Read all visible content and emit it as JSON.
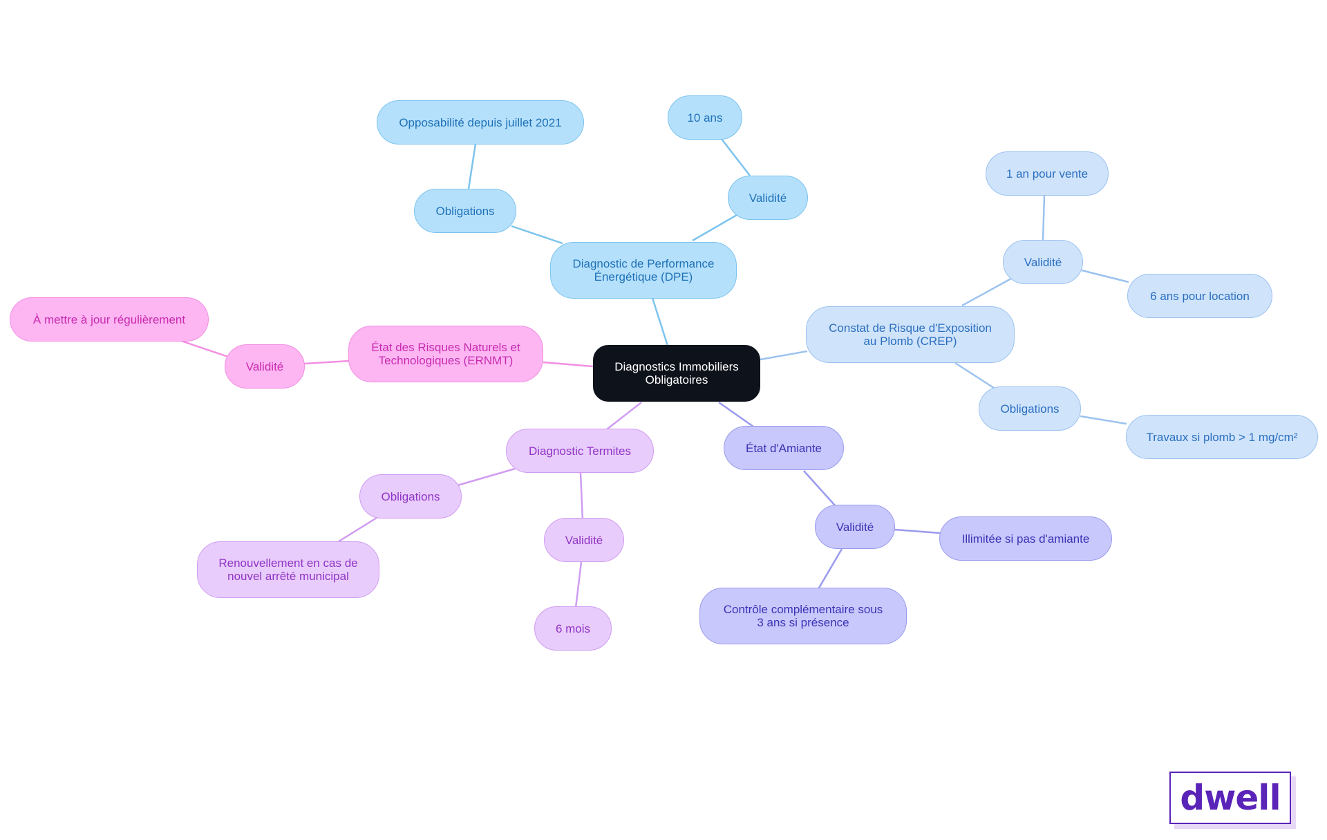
{
  "mindmap": {
    "root": "Diagnostics Immobiliers\nObligatoires",
    "dpe": {
      "label": "Diagnostic de Performance\nÉnergétique (DPE)",
      "obligations": "Obligations",
      "obligations_detail": "Opposabilité depuis juillet 2021",
      "validite": "Validité",
      "validite_detail": "10 ans"
    },
    "crep": {
      "label": "Constat de Risque d'Exposition\nau Plomb (CREP)",
      "validite": "Validité",
      "validite_vente": "1 an pour vente",
      "validite_location": "6 ans pour location",
      "obligations": "Obligations",
      "obligations_detail": "Travaux si plomb > 1 mg/cm²"
    },
    "amiante": {
      "label": "État d'Amiante",
      "validite": "Validité",
      "validite_illimitee": "Illimitée si pas d'amiante",
      "validite_controle": "Contrôle complémentaire sous\n3 ans si présence"
    },
    "termites": {
      "label": "Diagnostic Termites",
      "obligations": "Obligations",
      "obligations_detail": "Renouvellement en cas de\nnouvel arrêté municipal",
      "validite": "Validité",
      "validite_detail": "6 mois"
    },
    "ernmt": {
      "label": "État des Risques Naturels et\nTechnologiques (ERNMT)",
      "validite": "Validité",
      "validite_detail": "À mettre à jour régulièrement"
    }
  },
  "logo": {
    "text": "dwell"
  },
  "colors": {
    "dpe": "#b5e0fb",
    "crep": "#cfe3fb",
    "amiante": "#c8c8fc",
    "termites": "#e8ccfb",
    "ernmt": "#fdb6f2",
    "root": "#0e121a",
    "logo": "#5b24b8"
  }
}
